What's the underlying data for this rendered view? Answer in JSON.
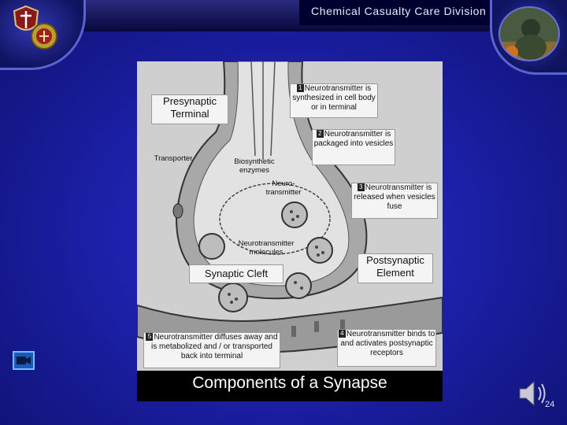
{
  "header": {
    "title": "Chemical Casualty Care Division"
  },
  "figure": {
    "caption": "Components of a Synapse",
    "labels": {
      "presynaptic_terminal": "Presynaptic Terminal",
      "transporter": "Transporter",
      "biosynthetic_enzymes": "Biosynthetic enzymes",
      "neurotransmitter": "Neuro-transmitter",
      "neurotransmitter_molecules": "Neurotransmitter molecules",
      "synaptic_cleft": "Synaptic Cleft",
      "postsynaptic_element": "Postsynaptic Element"
    },
    "steps": [
      {
        "num": "1",
        "text": "Neurotransmitter is synthesized in cell body or in terminal"
      },
      {
        "num": "2",
        "text": "Neurotransmitter is packaged into vesicles"
      },
      {
        "num": "3",
        "text": "Neurotransmitter is released when vesicles fuse"
      },
      {
        "num": "4",
        "text": "Neurotransmitter binds to and activates postsynaptic receptors"
      },
      {
        "num": "5",
        "text": "Neurotransmitter diffuses away and is metabolized and / or transported back into terminal"
      }
    ]
  },
  "footer": {
    "page_number": "24"
  },
  "icons": {
    "video": "video-camera-icon",
    "audio": "speaker-icon"
  }
}
